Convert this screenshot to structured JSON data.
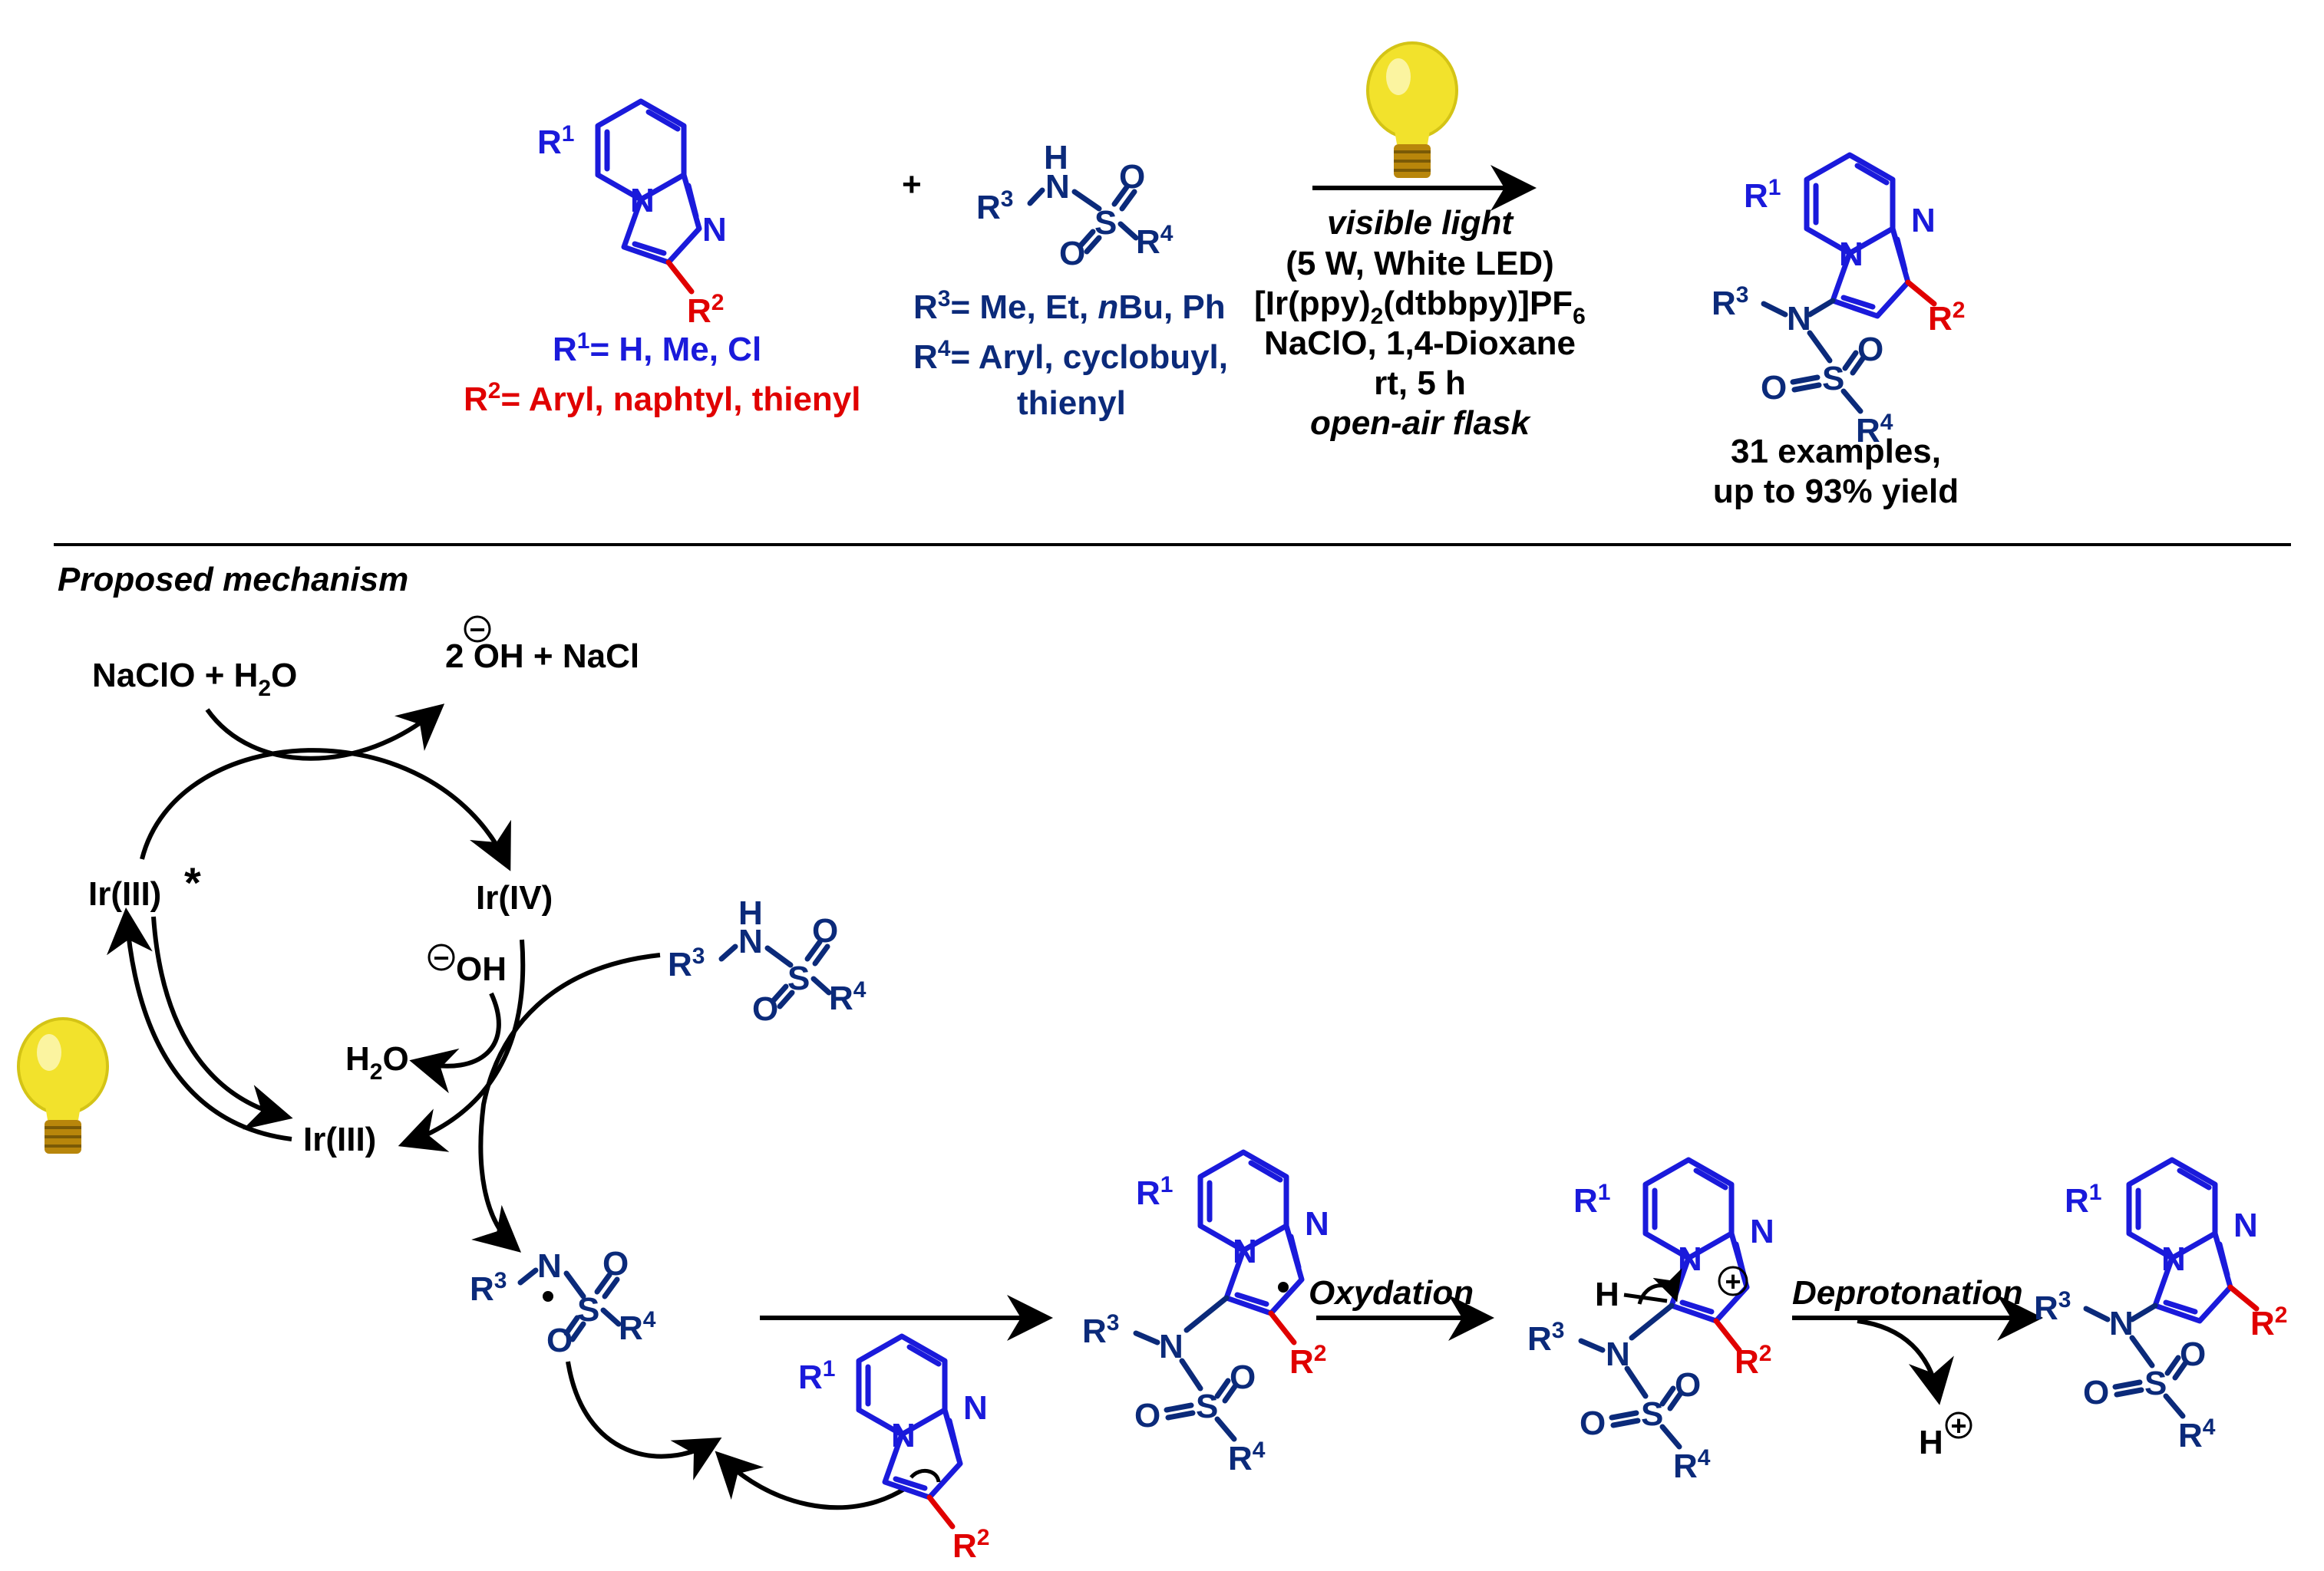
{
  "colors": {
    "black": "#000000",
    "blue": "#1a1adb",
    "red": "#e00000",
    "darkblue": "#0b2a7a",
    "bulb": "#f2e22c"
  },
  "scheme": {
    "reactant1": {
      "r1": "R",
      "r1_sup": "1",
      "r2": "R",
      "r2_sup": "2",
      "n": "N"
    },
    "plus": "+",
    "reactant2": {
      "h": "H",
      "n": "N",
      "r3": "R",
      "r3_sup": "3",
      "s": "S",
      "o": "O",
      "r4": "R",
      "r4_sup": "4"
    },
    "r1_def": "= H, Me, Cl",
    "r2_def": "= Aryl, naphtyl, thienyl",
    "r3_def_a": "= Me, Et, ",
    "r3_def_n": "n",
    "r3_def_b": "Bu, Ph",
    "r4_def": "= Aryl, cyclobuyl,",
    "r4_def2": "thienyl",
    "conditions": {
      "line1": "visible light",
      "line2": "(5 W, White LED)",
      "line3a": "[Ir(ppy)",
      "line3_sub1": "2",
      "line3b": "(dtbbpy)]PF",
      "line3_sub2": "6",
      "line4": "NaClO, 1,4-Dioxane",
      "line5": "rt, 5 h",
      "line6": "open-air flask"
    },
    "result": {
      "line1": "31 examples,",
      "line2": "up to 93% yield"
    }
  },
  "mechanism": {
    "title": "Proposed mechanism",
    "naclo_h2o_a": "NaClO + H",
    "naclo_h2o_sub": "2",
    "naclo_h2o_b": "O",
    "minus": "−",
    "plus_charge": "+",
    "oh_nacl": "2 OH + NaCl",
    "ir3_star": "Ir(III)",
    "star": "*",
    "ir4": "Ir(IV)",
    "ir3": "Ir(III)",
    "oh": "OH",
    "h2o_a": "H",
    "h2o_sub": "2",
    "h2o_b": "O",
    "h": "H",
    "oxidation": "Oxydation",
    "deprotonation": "Deprotonation",
    "h_plus": "H"
  }
}
